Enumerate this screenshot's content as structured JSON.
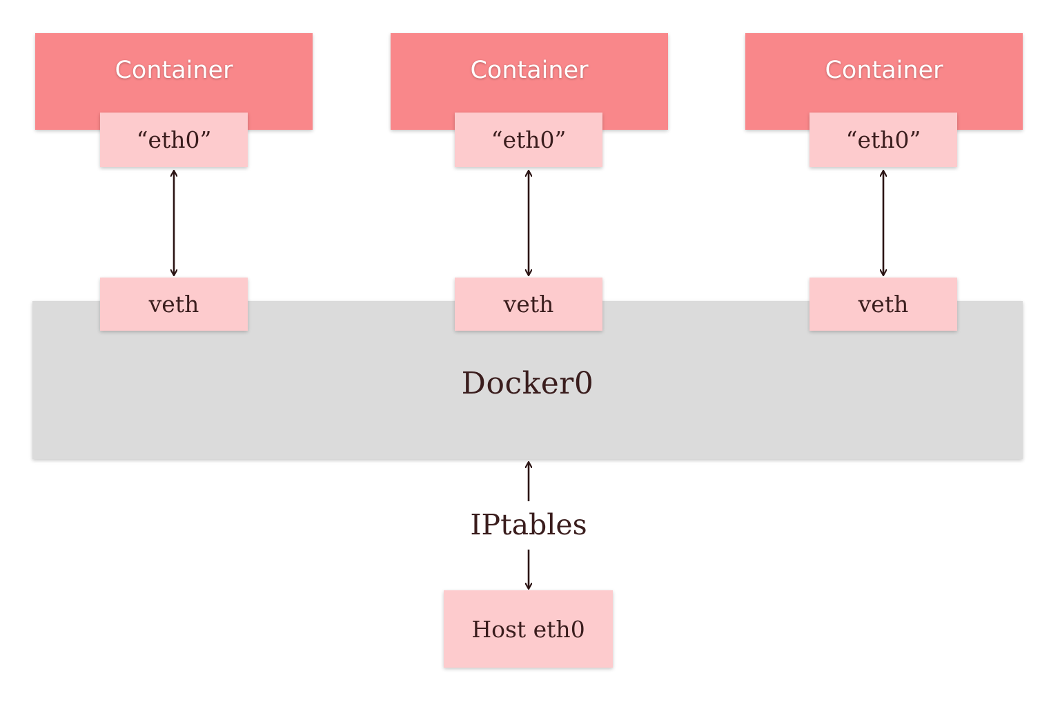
{
  "containers": [
    {
      "title": "Container",
      "eth": "“eth0”",
      "veth": "veth"
    },
    {
      "title": "Container",
      "eth": "“eth0”",
      "veth": "veth"
    },
    {
      "title": "Container",
      "eth": "“eth0”",
      "veth": "veth"
    }
  ],
  "bridge": {
    "label": "Docker0"
  },
  "firewall": {
    "label": "IPtables"
  },
  "host": {
    "label": "Host eth0"
  },
  "colors": {
    "container": "#f9878a",
    "interface": "#fdcbcd",
    "bridge": "#dbdbdb",
    "text_dark": "#3a1d1d",
    "arrow": "#2b1414"
  }
}
